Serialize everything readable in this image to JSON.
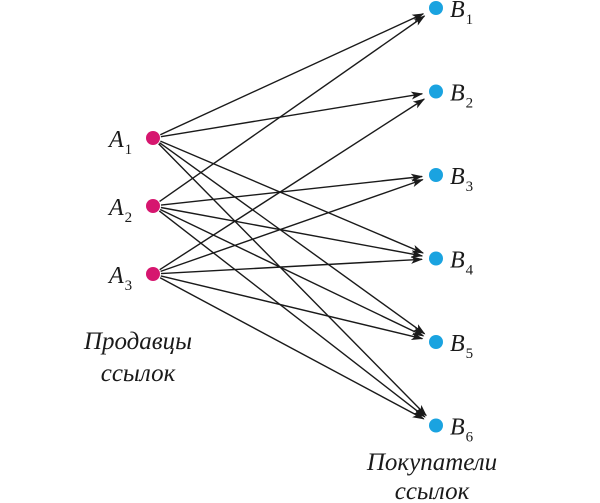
{
  "colors": {
    "seller": "#d6166f",
    "buyer": "#1aa3e0",
    "edge": "#1a1a1a"
  },
  "sellers": [
    {
      "id": "A1",
      "letter": "A",
      "sub": "1"
    },
    {
      "id": "A2",
      "letter": "A",
      "sub": "2"
    },
    {
      "id": "A3",
      "letter": "A",
      "sub": "3"
    }
  ],
  "buyers": [
    {
      "id": "B1",
      "letter": "B",
      "sub": "1"
    },
    {
      "id": "B2",
      "letter": "B",
      "sub": "2"
    },
    {
      "id": "B3",
      "letter": "B",
      "sub": "3"
    },
    {
      "id": "B4",
      "letter": "B",
      "sub": "4"
    },
    {
      "id": "B5",
      "letter": "B",
      "sub": "5"
    },
    {
      "id": "B6",
      "letter": "B",
      "sub": "6"
    }
  ],
  "edges": [
    [
      "A1",
      "B1"
    ],
    [
      "A1",
      "B2"
    ],
    [
      "A1",
      "B4"
    ],
    [
      "A1",
      "B5"
    ],
    [
      "A1",
      "B6"
    ],
    [
      "A2",
      "B1"
    ],
    [
      "A2",
      "B3"
    ],
    [
      "A2",
      "B4"
    ],
    [
      "A2",
      "B5"
    ],
    [
      "A2",
      "B6"
    ],
    [
      "A3",
      "B2"
    ],
    [
      "A3",
      "B3"
    ],
    [
      "A3",
      "B4"
    ],
    [
      "A3",
      "B5"
    ],
    [
      "A3",
      "B6"
    ]
  ],
  "captions": {
    "sellers_line1": "Продавцы",
    "sellers_line2": "ссылок",
    "buyers_line1": "Покупатели",
    "buyers_line2": "ссылок"
  }
}
